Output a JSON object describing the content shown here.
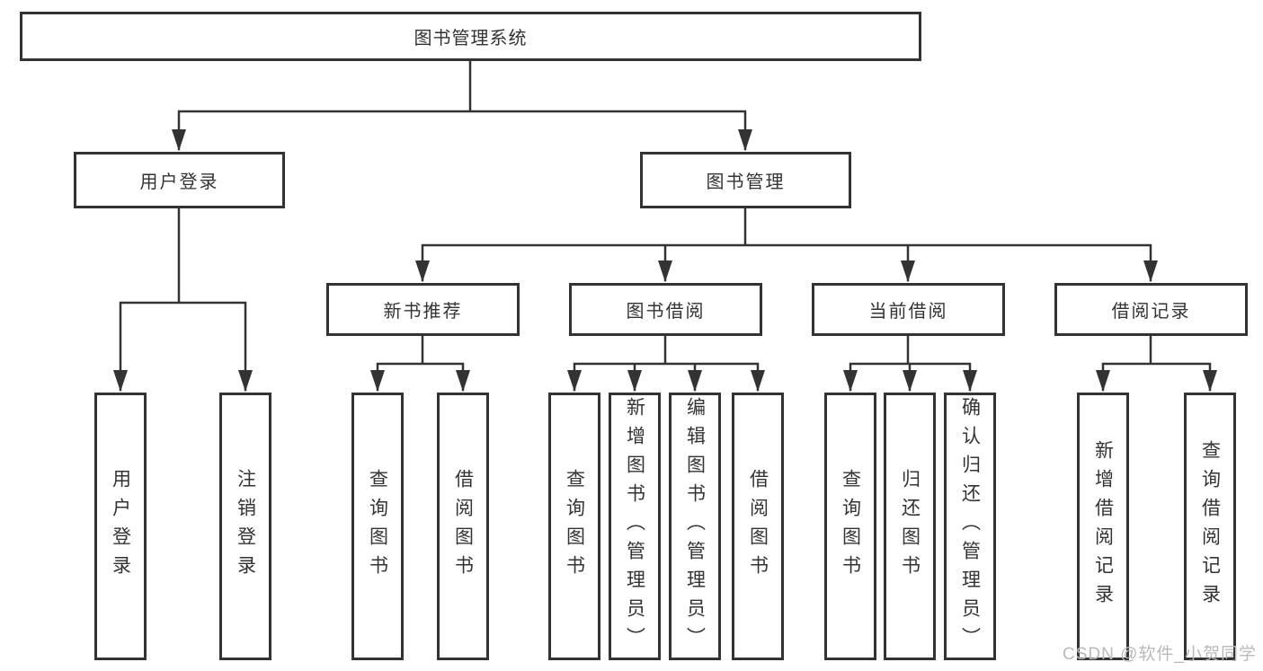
{
  "colors": {
    "line": "#333333",
    "border": "#333333",
    "text": "#333333",
    "box_fill": "#ffffff",
    "watermark": "#b9b9b9",
    "background": "#ffffff"
  },
  "tree": {
    "root": {
      "label": "图书管理系统",
      "children": [
        {
          "label": "用户登录",
          "children": [
            {
              "label": "用户登录"
            },
            {
              "label": "注销登录"
            }
          ]
        },
        {
          "label": "图书管理",
          "children": [
            {
              "label": "新书推荐",
              "children": [
                {
                  "label": "查询图书"
                },
                {
                  "label": "借阅图书"
                }
              ]
            },
            {
              "label": "图书借阅",
              "children": [
                {
                  "label": "查询图书"
                },
                {
                  "label": "新增图书（管理员）"
                },
                {
                  "label": "编辑图书（管理员）"
                },
                {
                  "label": "借阅图书"
                }
              ]
            },
            {
              "label": "当前借阅",
              "children": [
                {
                  "label": "查询图书"
                },
                {
                  "label": "归还图书"
                },
                {
                  "label": "确认归还（管理员）"
                }
              ]
            },
            {
              "label": "借阅记录",
              "children": [
                {
                  "label": "新增借阅记录"
                },
                {
                  "label": "查询借阅记录"
                }
              ]
            }
          ]
        }
      ]
    }
  },
  "watermark": {
    "text": "CSDN @软件_小贺同学"
  }
}
